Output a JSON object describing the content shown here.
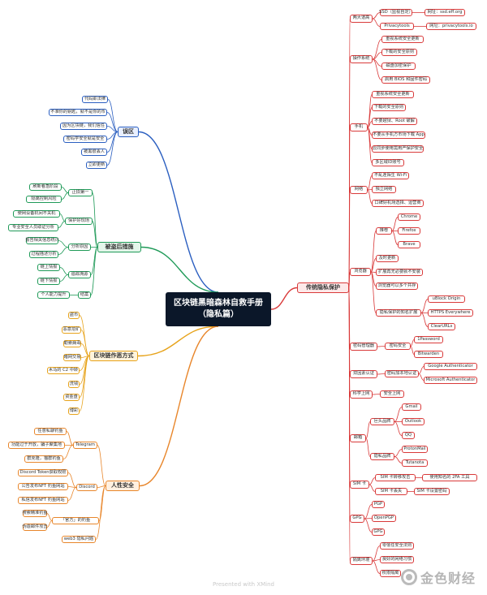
{
  "root": "区块链黑暗森林自救手册（隐私篇）",
  "branches": {
    "misconceptions": {
      "label": "误区",
      "items": [
        "代码即法律",
        "不准你的钥匙，就不是你的币",
        "因为区块链，我们信任",
        "密码学安全就是安全",
        "被黑很丢人",
        "立即更新"
      ]
    },
    "after_hack": {
      "label": "被盗后措施",
      "groups": [
        {
          "label": "止损第一",
          "items": [
            "刷新看急阶段",
            "隔离控制风险"
          ]
        },
        {
          "label": "保护好现场",
          "items": [
            "使网设备机间不关机",
            "专业安全人员取证分析"
          ]
        },
        {
          "label": "分析原因",
          "items": [
            "报告相关信息统计",
            "过程描述分析"
          ]
        },
        {
          "label": "追踪溯源",
          "items": [
            "链上情报",
            "链下情报"
          ]
        },
        {
          "label": "结案",
          "items": [
            "个人能力提升"
          ]
        }
      ]
    },
    "attacks": {
      "label": "区块链作恶方式",
      "items": [
        "盗币",
        "恶意挖矿",
        "勒索病毒",
        "暗网交易",
        "木马的 C2 中转",
        "洗钱",
        "资金盘",
        "博彩"
      ]
    },
    "human": {
      "label": "人性安全",
      "groups": [
        {
          "label": "Telegram",
          "items": [
            "任意私聊钓鱼",
            "功能过于开放，骗子聚集地",
            "群克隆，猫群钓鱼"
          ]
        },
        {
          "label": "Discord",
          "items": [
            "Discord Token获取权限",
            "公告发布NFT 钓鱼网站",
            "私信发布NFT 钓鱼网站"
          ]
        },
        {
          "label": "「官方」的钓鱼",
          "items": [
            "搜索精准钓鱼",
            "伪造邮件攻击"
          ]
        },
        {
          "label": "web3 隐私问题",
          "items": []
        }
      ]
    },
    "traditional": {
      "label": "传统隐私保护",
      "sections": {
        "websites": {
          "label": "两大道高",
          "rows": [
            {
              "label": "SSD（监视自定）",
              "sub": "网址：ssd.eff.org"
            },
            {
              "label": "Privacytools",
              "sub": "网址：privacytools.io"
            }
          ]
        },
        "os": {
          "label": "操作系统",
          "items": [
            "重视系统安全更新",
            "下载的安全原则",
            "磁盘加密保护",
            "启用 BIOS 和固件密码"
          ]
        },
        "phone": {
          "label": "手机",
          "items": [
            "重视系统安全更新",
            "下载的安全原则",
            "不要越狱、Root 破解",
            "不要从手机方市场下载 App",
            "云同步使用需用严保护安全",
            "多区域ID账号"
          ]
        },
        "network": {
          "label": "网络",
          "items": [
            "不乱连陌生 Wi-Fi",
            "独立网络",
            "口碑好机场选择、运营商"
          ]
        },
        "browser": {
          "label": "浏览器",
          "recommend": {
            "label": "推荐",
            "items": [
              "Chrome",
              "Firefox",
              "Brave"
            ]
          },
          "items": [
            "及时更新",
            "扩展再无必要就不安装",
            "浏览器可以多个共存"
          ],
          "plugins": {
            "label": "隐私保护的知名扩展",
            "items": [
              "uBlock Origin",
              "HTTPS Everywhere",
              "ClearURLs"
            ]
          }
        },
        "passwords": {
          "label": "密码管理器",
          "mid": "密码安全",
          "items": [
            "1Password",
            "Bitwarden"
          ]
        },
        "twofa": {
          "label": "双因素认证",
          "mid": "密码加本地认证",
          "items": [
            "Google Authenticator",
            "Microsoft Authenticator"
          ]
        },
        "vpn": {
          "label": "科学上网",
          "mid": "安全上网"
        },
        "email": {
          "label": "邮箱",
          "groups": [
            {
              "label": "巨头品牌",
              "items": [
                "Gmail",
                "Outlook",
                "QQ"
              ]
            },
            {
              "label": "隐私品牌",
              "items": [
                "ProtonMail",
                "Tutanota"
              ]
            }
          ]
        },
        "sim": {
          "label": "SIM 卡",
          "rows": [
            {
              "label": "SIM 卡转移攻击",
              "sub": "使用知名的 2FA 工具"
            },
            {
              "label": "SIM 卡丢失",
              "sub": "SIM 卡设置密码"
            }
          ]
        },
        "gpg": {
          "label": "GPG",
          "items": [
            "PGP",
            "OpenPGP",
            "GPG"
          ]
        },
        "isolation": {
          "label": "隔离环境",
          "items": [
            "零信任安全法则",
            "良好的网络习惯",
            "权限隔离"
          ]
        }
      }
    }
  },
  "footer": "Presented with XMind",
  "brand": "金色财经",
  "colors": {
    "red": "#d93a3a",
    "blue": "#2a5ec0",
    "green": "#1f9a58",
    "gold": "#e7a31b",
    "orange": "#e8862b"
  }
}
